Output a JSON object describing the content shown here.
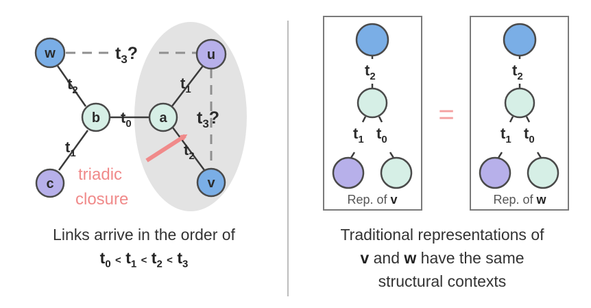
{
  "left_graph": {
    "nodes": {
      "w": "w",
      "u": "u",
      "b": "b",
      "a": "a",
      "c": "c",
      "v": "v"
    },
    "edges": {
      "wb": "t",
      "wb_sub": "2",
      "ba": "t",
      "ba_sub": "0",
      "bc": "t",
      "bc_sub": "1",
      "au": "t",
      "au_sub": "1",
      "av": "t",
      "av_sub": "2"
    },
    "questions": {
      "wu": "t",
      "wu_sub": "3",
      "wu_q": "?",
      "uv": "t",
      "uv_sub": "3",
      "uv_q": "?"
    },
    "annotation": {
      "line1": "triadic",
      "line2": "closure"
    },
    "caption": {
      "line1": "Links arrive in the order of",
      "t": "t",
      "s0": "0",
      "s1": "1",
      "s2": "2",
      "s3": "3",
      "lt": "<"
    }
  },
  "right_reps": {
    "edge_top": {
      "t": "t",
      "sub": "2"
    },
    "edge_left": {
      "t": "t",
      "sub": "1"
    },
    "edge_right": {
      "t": "t",
      "sub": "0"
    },
    "equals": "=",
    "box1_label": {
      "text": "Rep. of ",
      "var": "v"
    },
    "box2_label": {
      "text": "Rep. of ",
      "var": "w"
    },
    "caption": {
      "line1": "Traditional representations of",
      "v": "v",
      "and": " and ",
      "w": "w",
      "rest": " have the same",
      "line3": "structural contexts"
    }
  },
  "colors": {
    "blue_node": "#7aaee6",
    "teal_node": "#d6efe6",
    "purple_node": "#b7b0ea",
    "node_stroke": "#4a4a4a",
    "ellipse": "#e3e3e3",
    "arrow_pink": "#f08a8a",
    "equals_pink": "#f4a0a0",
    "dashed": "#8f8f8f"
  }
}
